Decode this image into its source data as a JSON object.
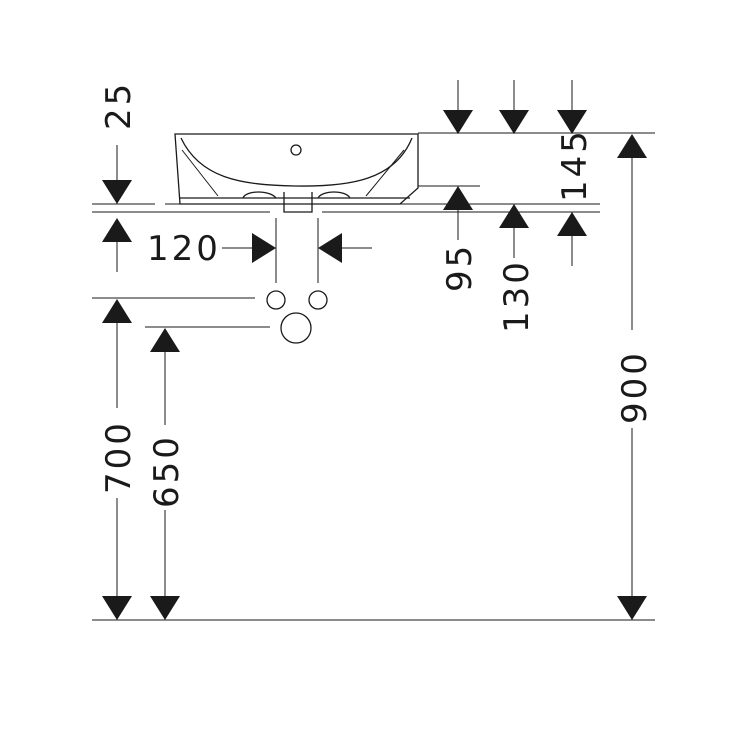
{
  "dimensions": {
    "d25": "25",
    "d120": "120",
    "d145": "145",
    "d95": "95",
    "d130": "130",
    "d700": "700",
    "d650": "650",
    "d900": "900"
  }
}
